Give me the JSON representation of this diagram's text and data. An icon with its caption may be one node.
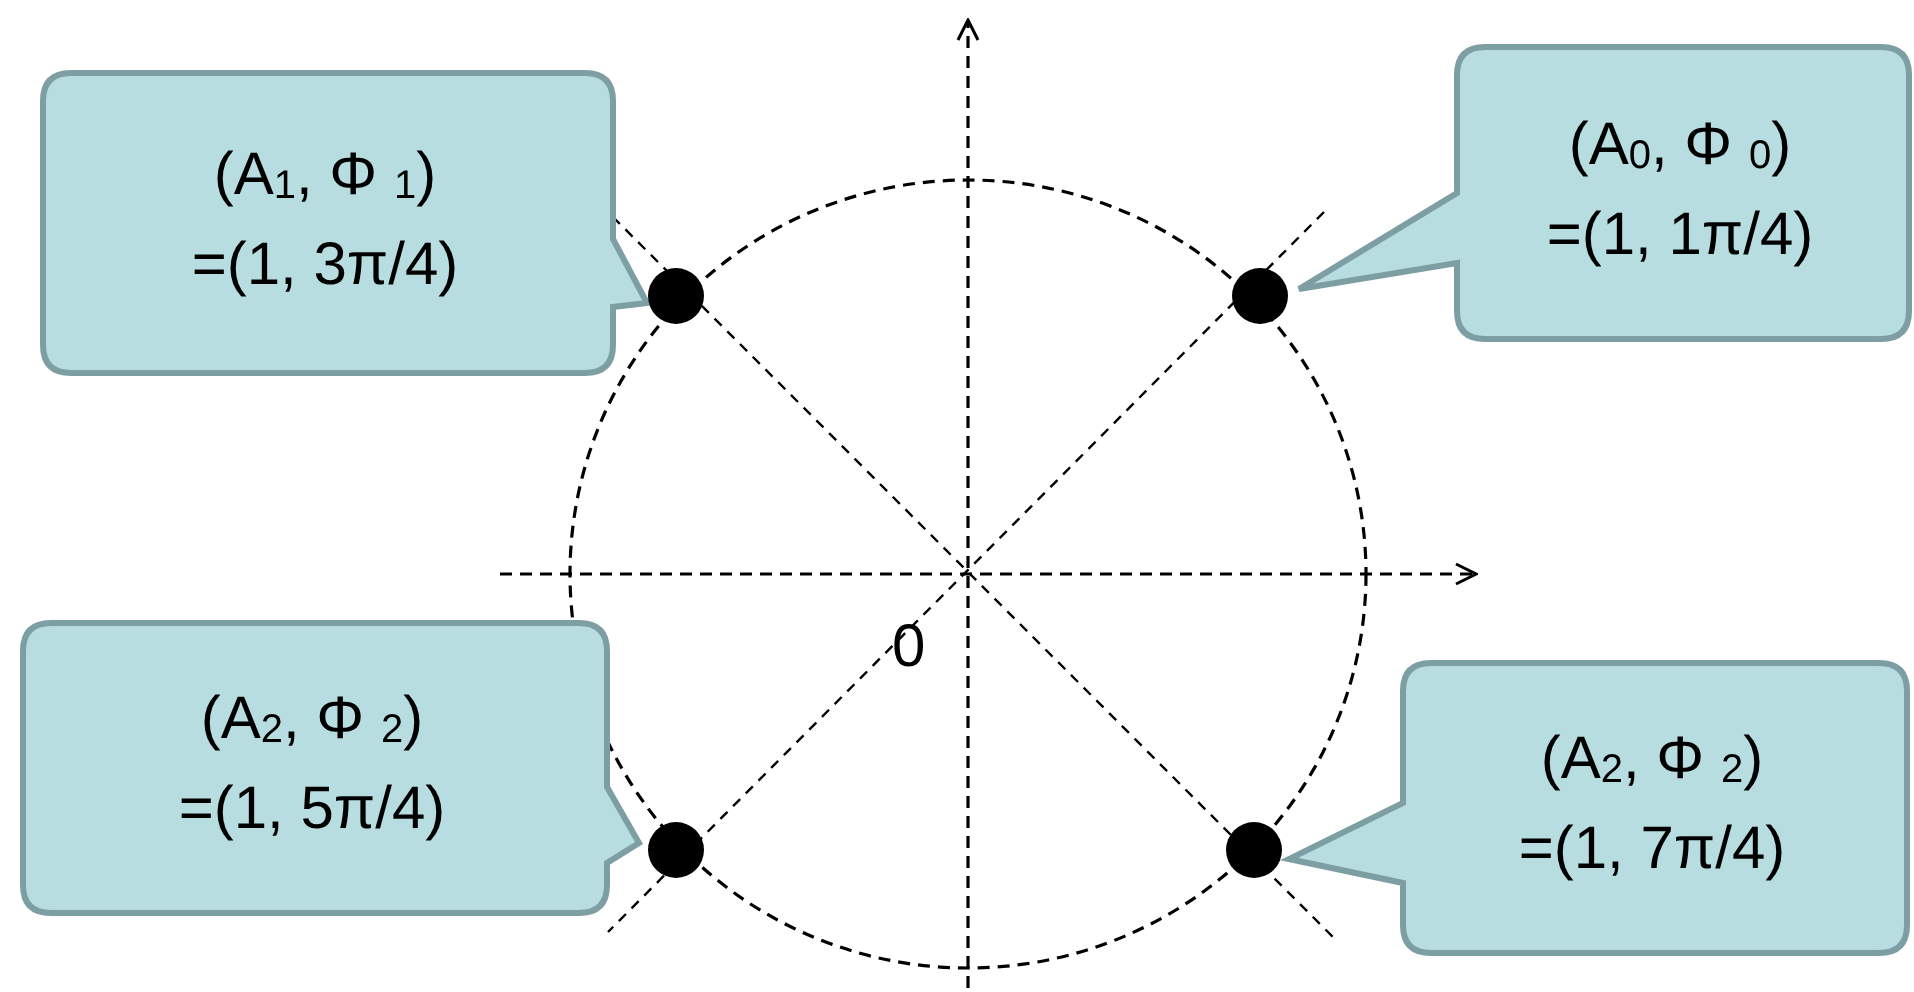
{
  "diagram": {
    "nodes": [
      {
        "text": [
          "(A$_{1}$, Φ $_{1}$)",
          "=(1, 3π/4)"
        ]
      },
      {
        "text": [
          "(A$_{0}$, Φ $_{0}$)",
          "=(1, 1π/4)"
        ]
      },
      {
        "text": [
          "(A$_{2}$, Φ $_{2}$)",
          "=(1, 5π/4)"
        ]
      },
      {
        "text": [
          "(A$_{2}$, Φ $_{2}$)",
          "=(1, 7π/4)"
        ]
      },
      {
        "text": [],
        "shape": "circle"
      },
      {
        "text": [],
        "shape": "circle"
      },
      {
        "text": [],
        "shape": "circle"
      },
      {
        "text": [],
        "shape": "circle"
      }
    ],
    "labels": [
      "0"
    ]
  }
}
